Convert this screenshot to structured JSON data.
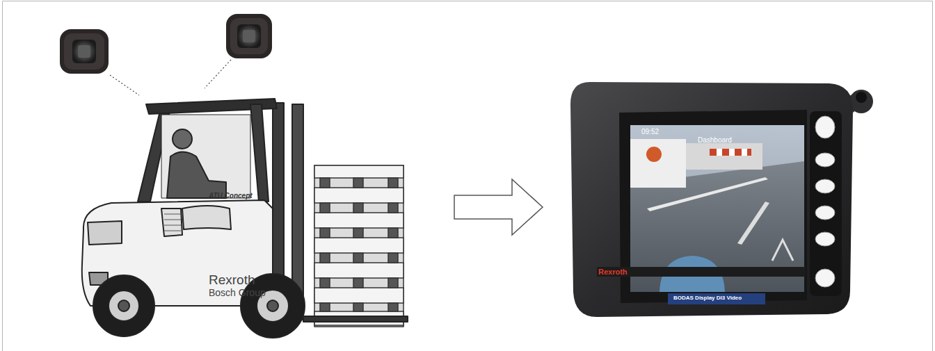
{
  "diagram": {
    "labels": [
      "ATU Concept",
      "Rexroth",
      "Bosch Group",
      "09:52",
      "Dashboard",
      "Rexroth",
      "BODAS Display DI3 Video"
    ]
  }
}
